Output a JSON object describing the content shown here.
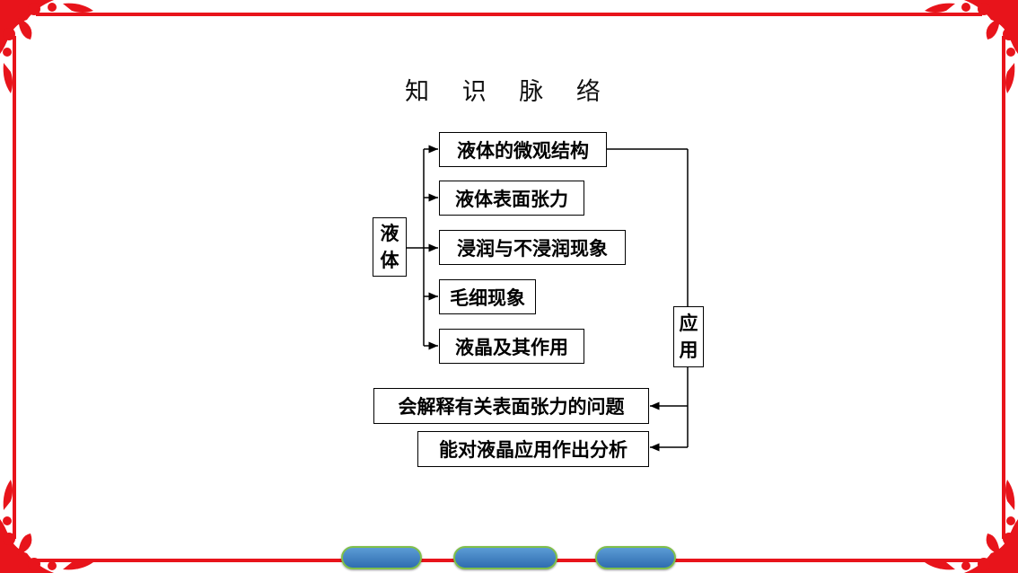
{
  "title": "知 识 脉 络",
  "root": {
    "line1": "液",
    "line2": "体"
  },
  "branches": [
    "液体的微观结构",
    "液体表面张力",
    "浸润与不浸润现象",
    "毛细现象",
    "液晶及其作用"
  ],
  "application": {
    "line1": "应",
    "line2": "用"
  },
  "outcomes": [
    "会解释有关表面张力的问题",
    "能对液晶应用作出分析"
  ],
  "colors": {
    "frame": "#e8141b",
    "nav_button": "#3b7fc4",
    "nav_border": "#7fbf4a"
  },
  "icons": {
    "corner": "ornament-corner-icon",
    "nav": "nav-button"
  }
}
